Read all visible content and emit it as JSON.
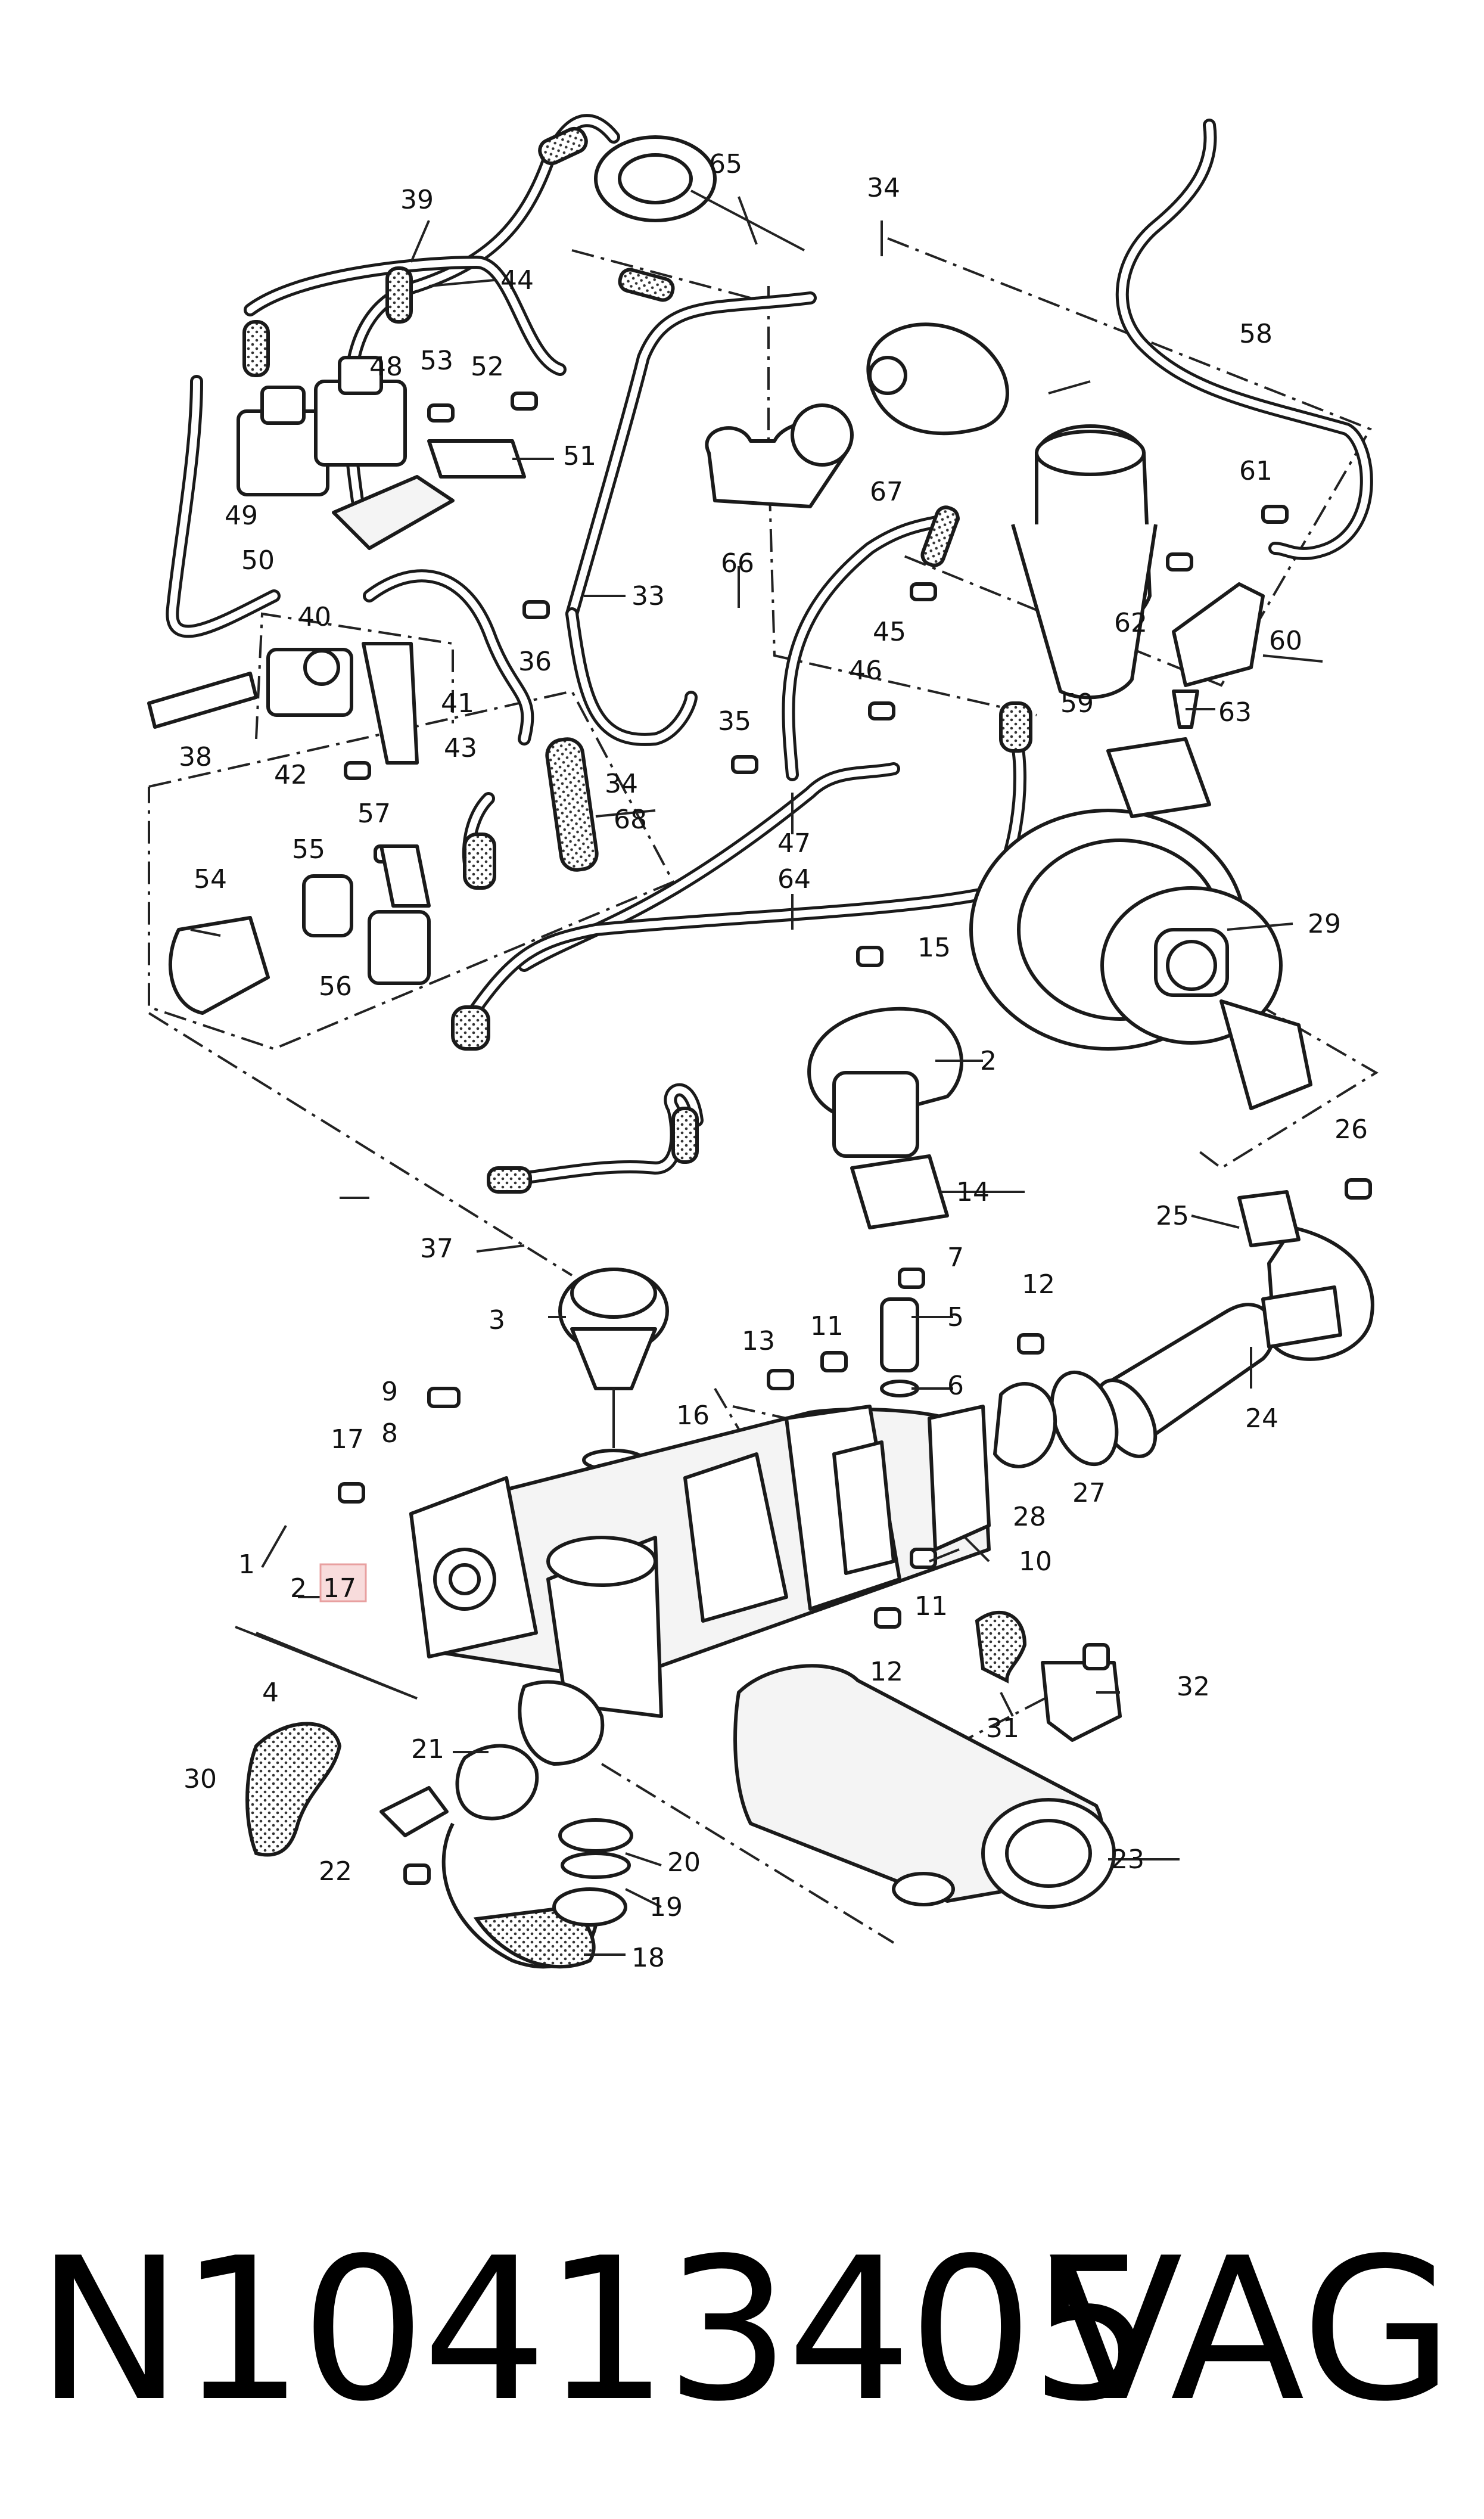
{
  "callouts": {
    "c1": "1",
    "c2": "2",
    "c2b": "2",
    "c3": "3",
    "c4": "4",
    "c5": "5",
    "c6": "6",
    "c7": "7",
    "c8": "8",
    "c9": "9",
    "c10": "10",
    "c11": "11",
    "c11b": "11",
    "c12": "12",
    "c12b": "12",
    "c13": "13",
    "c14": "14",
    "c15": "15",
    "c16": "16",
    "c17": "17",
    "c17h": "17",
    "c18": "18",
    "c19": "19",
    "c20": "20",
    "c21": "21",
    "c22": "22",
    "c23": "23",
    "c24": "24",
    "c25": "25",
    "c26": "26",
    "c27": "27",
    "c28": "28",
    "c29": "29",
    "c30": "30",
    "c31": "31",
    "c32": "32",
    "c33": "33",
    "c34": "34",
    "c34b": "34",
    "c35": "35",
    "c36": "36",
    "c37": "37",
    "c38": "38",
    "c39": "39",
    "c40": "40",
    "c41": "41",
    "c42": "42",
    "c43": "43",
    "c44": "44",
    "c45": "45",
    "c46": "46",
    "c47": "47",
    "c48": "48",
    "c49": "49",
    "c50": "50",
    "c51": "51",
    "c52": "52",
    "c53": "53",
    "c54": "54",
    "c55": "55",
    "c56": "56",
    "c57": "57",
    "c58": "58",
    "c59": "59",
    "c60": "60",
    "c61": "61",
    "c62": "62",
    "c63": "63",
    "c64": "64",
    "c65": "65",
    "c66": "66",
    "c67": "67",
    "c68": "68"
  },
  "highlighted_callout": "17",
  "highlight_color": "#e8a0a0",
  "footer": {
    "part_number": "N10413405",
    "brand": "VAG"
  }
}
